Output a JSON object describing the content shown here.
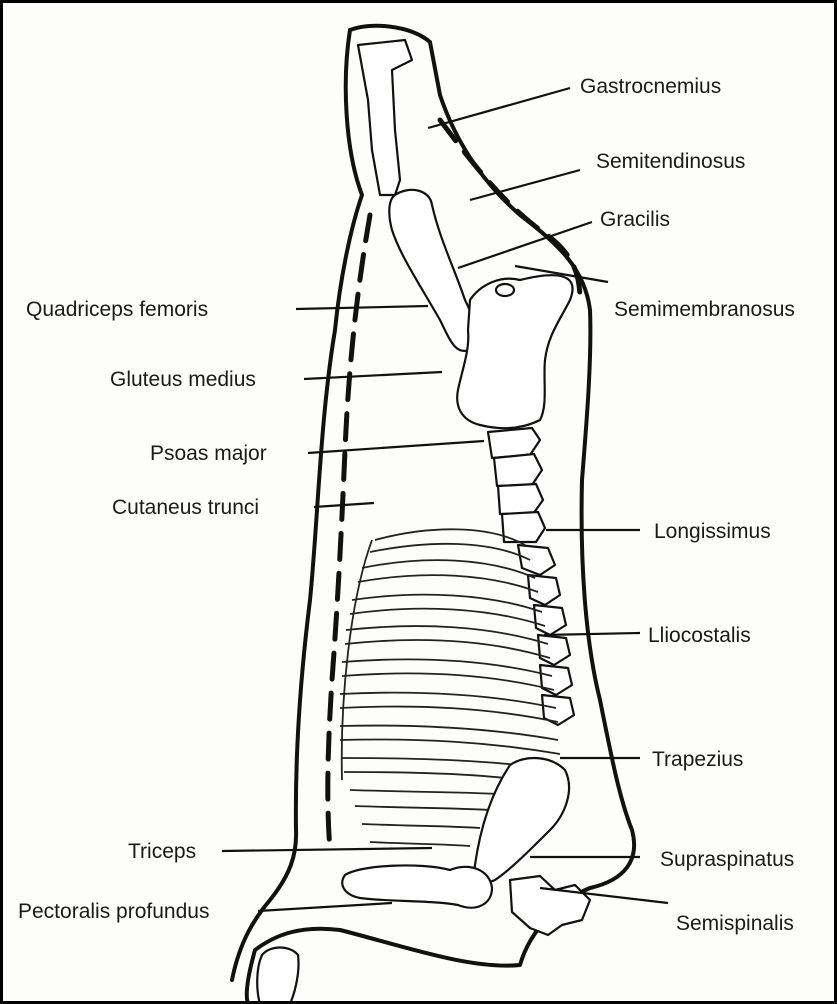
{
  "diagram": {
    "labels": {
      "gastrocnemius": "Gastrocnemius",
      "semitendinosus": "Semitendinosus",
      "gracilis": "Gracilis",
      "semimembranosus": "Semimembranosus",
      "quadriceps_femoris": "Quadriceps femoris",
      "gluteus_medius": "Gluteus medius",
      "psoas_major": "Psoas major",
      "cutaneus_trunci": "Cutaneus trunci",
      "longissimus": "Longissimus",
      "lliocostalis": "Lliocostalis",
      "trapezius": "Trapezius",
      "triceps": "Triceps",
      "supraspinatus": "Supraspinatus",
      "pectoralis_profundus": "Pectoralis profundus",
      "semispinalis": "Semispinalis"
    }
  }
}
